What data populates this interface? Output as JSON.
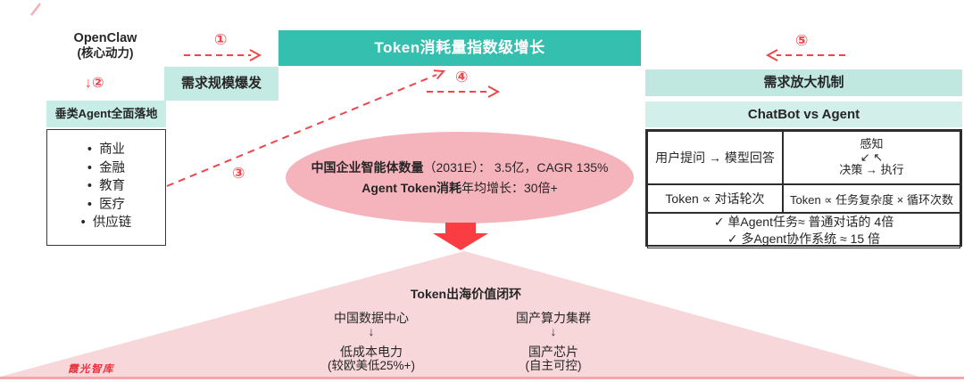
{
  "colors": {
    "teal": "#35bfae",
    "teal_light": "#c4eae4",
    "teal_lighter": "#d2efe9",
    "pink_ellipse": "#f5b3bc",
    "pink_funnel": "#f8d7db",
    "red_accent": "#ef454c",
    "red_block_arrow": "#fa3c43"
  },
  "top_left": {
    "title": "OpenClaw",
    "subtitle": "(核心动力)"
  },
  "markers": {
    "m1": "①",
    "m2": "↓②",
    "m3": "③",
    "m4": "④",
    "m5": "⑤"
  },
  "flow": {
    "demand_burst": "需求规模爆发",
    "main_title": "Token消耗量指数级增长",
    "vertical_header": "垂类Agent全面落地",
    "verticals": [
      "商业",
      "金融",
      "教育",
      "医疗",
      "供应链"
    ]
  },
  "ellipse": {
    "line1_bold": "中国企业智能体数量",
    "line1_rest": "（2031E）： 3.5亿，CAGR 135%",
    "line2_bold": "Agent Token消耗",
    "line2_rest": "年均增长：30倍+"
  },
  "amplify": {
    "header": "需求放大机制",
    "subheader": "ChatBot vs Agent",
    "chatbot_flow": "用户提问 → 模型回答",
    "agent_loop": {
      "top": "感知",
      "mid": "↙ ↖",
      "bottom": "决策 → 执行"
    },
    "chatbot_token": "Token ∝ 对话轮次",
    "agent_token": "Token ∝ 任务复杂度 × 循环次数",
    "footnote1": "✓ 单Agent任务≈ 普通对话的 4倍",
    "footnote2": "✓ 多Agent协作系统 ≈ 15 倍"
  },
  "funnel": {
    "title": "Token出海价值闭环",
    "left": {
      "top": "中国数据中心",
      "arrow": "↓",
      "mid": "低成本电力",
      "note": "(较欧美低25%+)"
    },
    "right": {
      "top": "国产算力集群",
      "arrow": "↓",
      "mid": "国产芯片",
      "note": "(自主可控)"
    }
  },
  "brand": "霞光智库"
}
